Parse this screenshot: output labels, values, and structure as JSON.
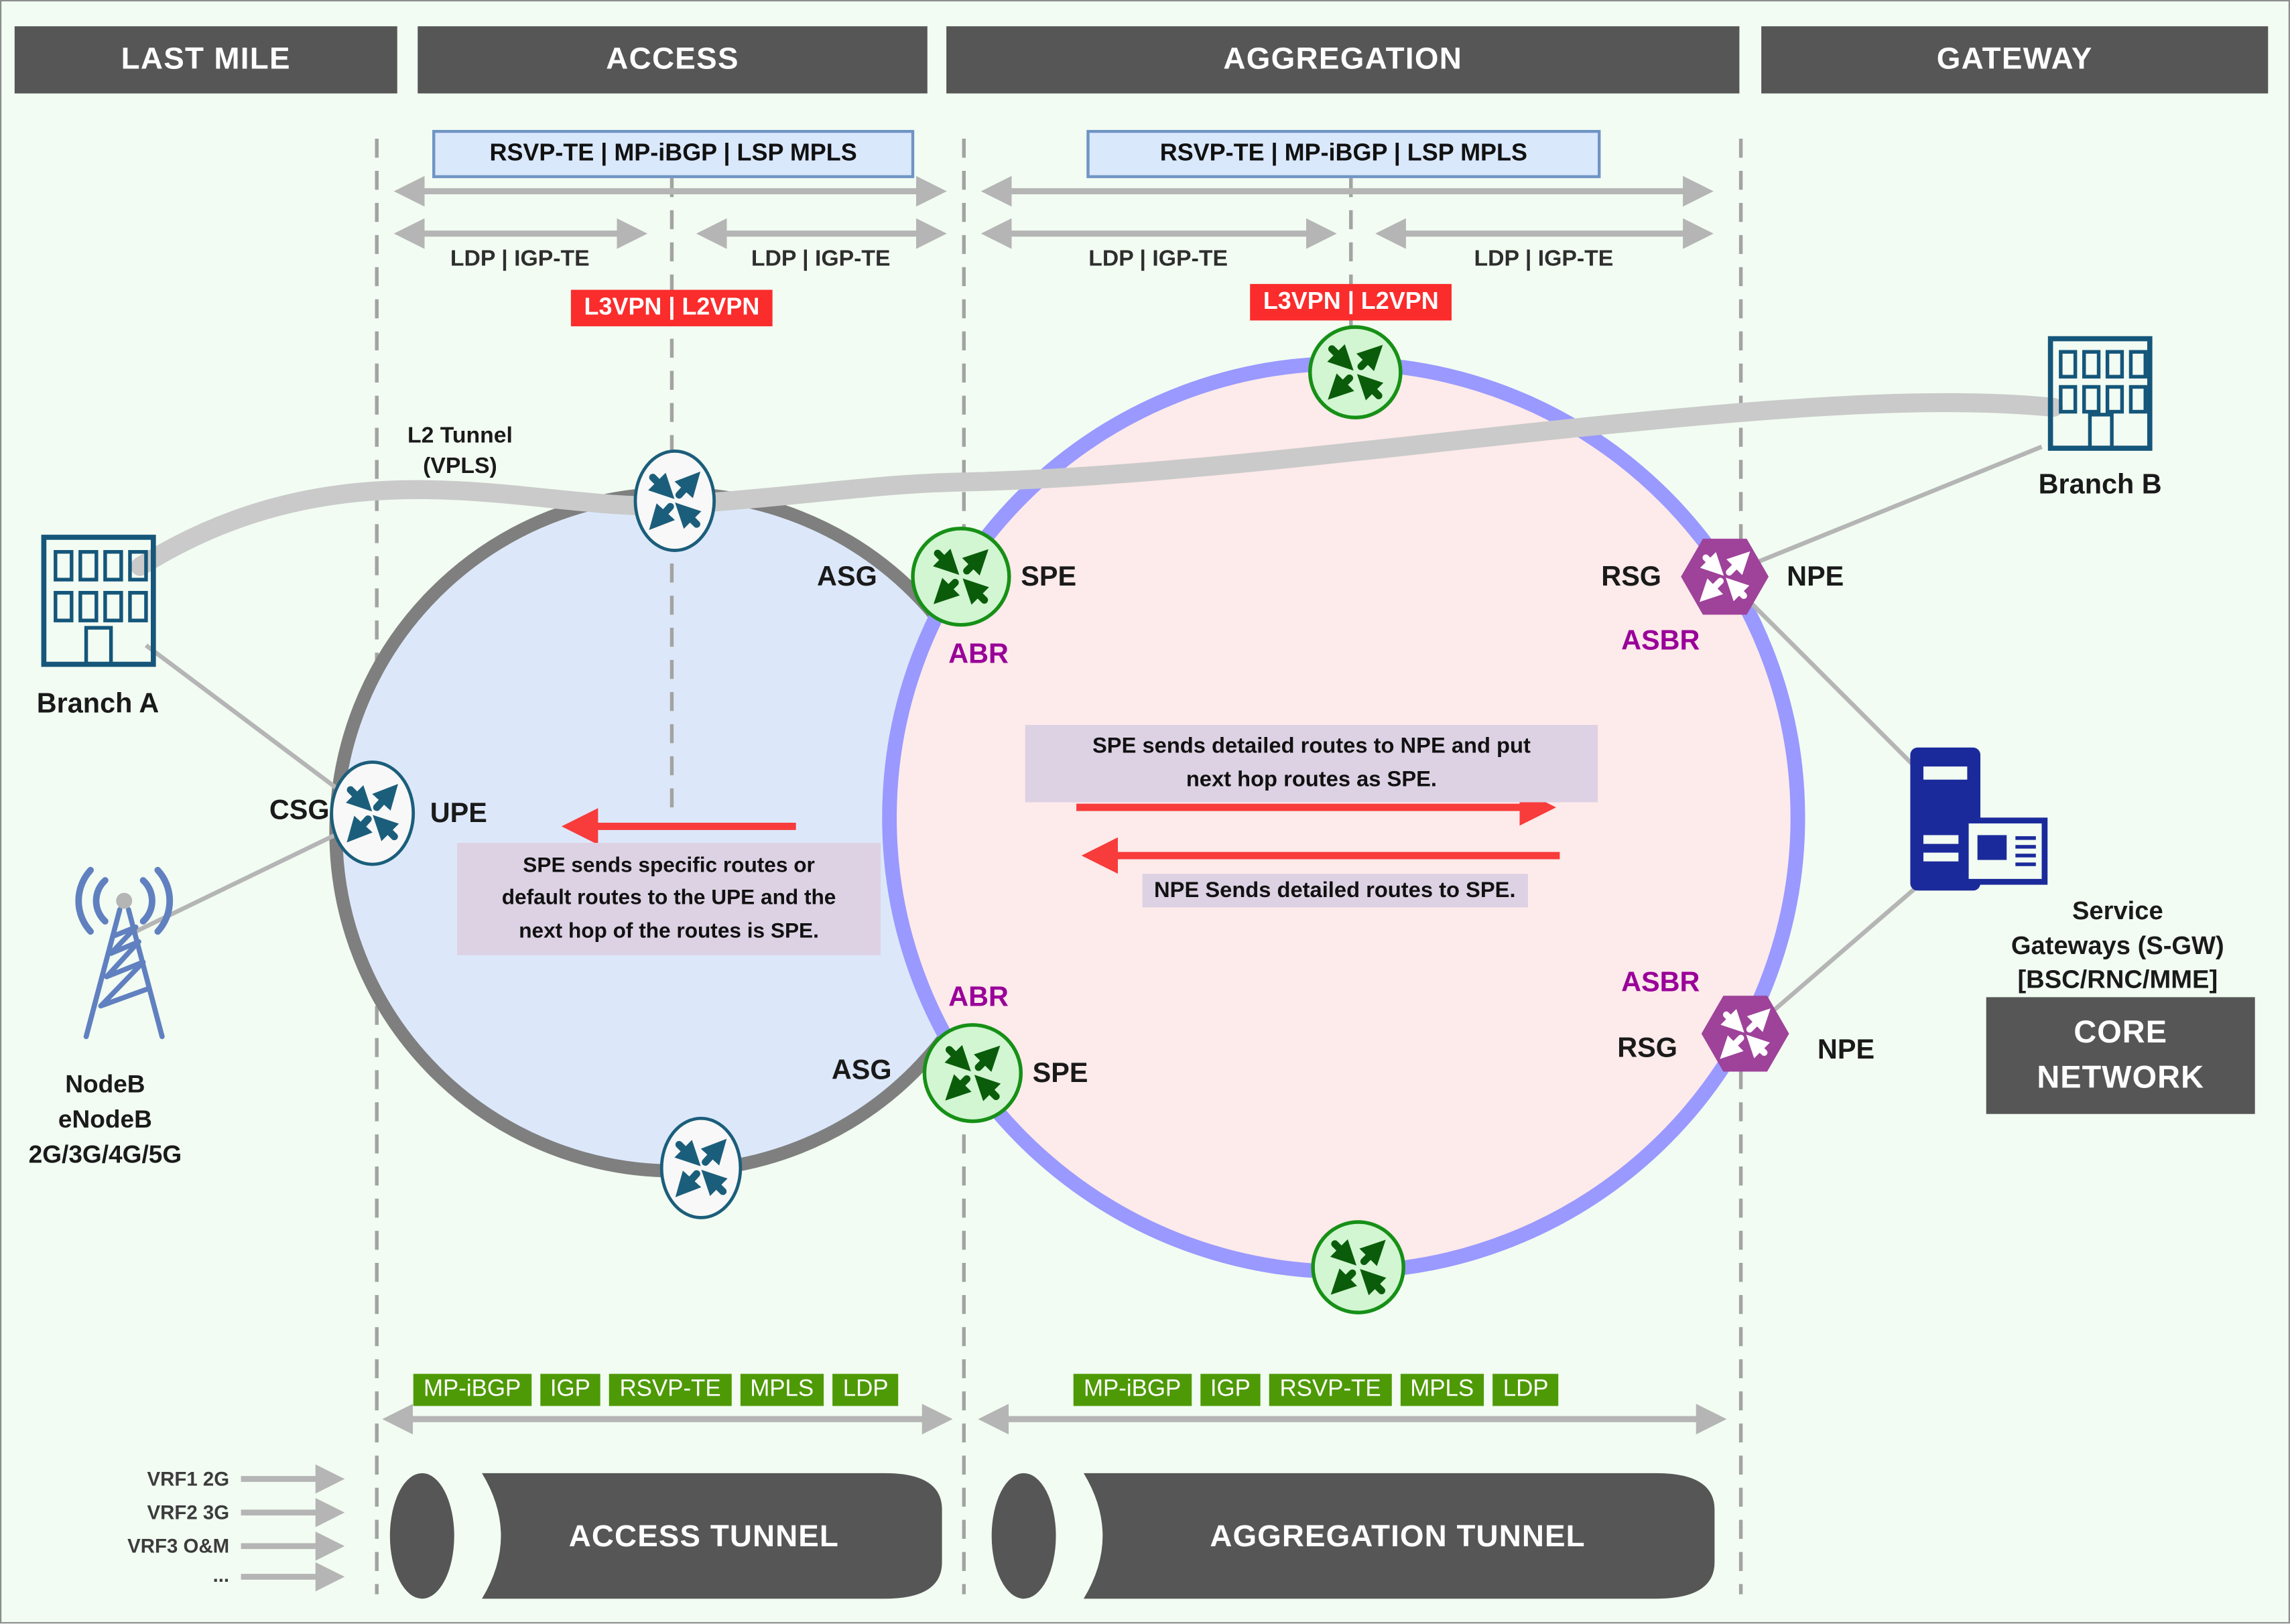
{
  "header": {
    "sections": [
      "LAST MILE",
      "ACCESS",
      "AGGREGATION",
      "GATEWAY"
    ]
  },
  "access_band": {
    "mpls": "RSVP-TE | MP-iBGP | LSP MPLS",
    "ldp_left": "LDP | IGP-TE",
    "ldp_right": "LDP | IGP-TE",
    "vpn": "L3VPN | L2VPN"
  },
  "aggregation_band": {
    "mpls": "RSVP-TE | MP-iBGP | LSP MPLS",
    "ldp_left": "LDP | IGP-TE",
    "ldp_right": "LDP | IGP-TE",
    "vpn": "L3VPN | L2VPN"
  },
  "l2_tunnel": [
    "L2 Tunnel",
    "(VPLS)"
  ],
  "sites": {
    "branch_a": "Branch A",
    "branch_b": "Branch B",
    "nodeb": [
      "NodeB",
      "eNodeB",
      "2G/3G/4G/5G"
    ],
    "sgw": [
      "Service",
      "Gateways (S-GW)",
      "[BSC/RNC/MME]"
    ],
    "core": [
      "CORE",
      "NETWORK"
    ]
  },
  "nodes": {
    "csg": "CSG",
    "upe": "UPE",
    "asg_top": "ASG",
    "spe_top": "SPE",
    "abr_top": "ABR",
    "asg_bottom": "ASG",
    "spe_bottom": "SPE",
    "abr_bottom": "ABR",
    "rsg_top": "RSG",
    "npe_top": "NPE",
    "asbr_top": "ASBR",
    "rsg_bottom": "RSG",
    "npe_bottom": "NPE",
    "asbr_bottom": "ASBR"
  },
  "annotations": {
    "spe_to_upe": [
      "SPE sends specific routes or",
      "default routes to the UPE and the",
      "next hop of the routes is SPE."
    ],
    "spe_to_npe": [
      "SPE sends detailed routes to NPE and put",
      "next hop routes as SPE."
    ],
    "npe_to_spe": "NPE Sends detailed routes to SPE."
  },
  "bottom": {
    "chips": [
      "MP-iBGP",
      "IGP",
      "RSVP-TE",
      "MPLS",
      "LDP"
    ],
    "vrf": [
      "VRF1 2G",
      "VRF2 3G",
      "VRF3 O&M",
      "..."
    ],
    "access_tunnel": "ACCESS TUNNEL",
    "aggregation_tunnel": "AGGREGATION TUNNEL"
  },
  "colors": {
    "background": "#f2fcf2",
    "header_bar": "#565656",
    "protocol_box": "#dae8fc",
    "vpn_chip": "#fb2c2c",
    "access_ring_fill": "#dce8fa",
    "access_ring_border": "#7f7f7f",
    "aggregation_ring_fill": "#fdeaea",
    "aggregation_ring_border": "#9999ff",
    "green_router": "#d2f5d2",
    "hexagon_router": "#9e429a",
    "note_box": "#ddd2e4",
    "chip_green": "#4e9a06",
    "red_arrow": "#f83b3b"
  }
}
